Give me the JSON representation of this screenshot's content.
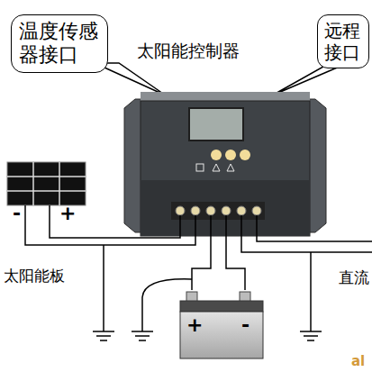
{
  "diagram": {
    "nodes": [
      {
        "text": [
          "温度传感 器接口"
        ]
      },
      {
        "text": [
          "远程 接口"
        ]
      },
      {
        "text": [
          "太阳能控制器"
        ]
      },
      {
        "text": [
          "-",
          "+"
        ]
      },
      {
        "text": [
          "+",
          "-"
        ]
      }
    ],
    "edges": [
      {
        "from": 3,
        "to": 2,
        "arrow": "none"
      },
      {
        "from": 3,
        "to": 2,
        "arrow": "none"
      },
      {
        "from": 4,
        "to": 2,
        "arrow": "none"
      },
      {
        "from": 4,
        "to": 2,
        "arrow": "none"
      }
    ],
    "labels": [
      "太阳能板",
      "直流",
      "al"
    ]
  }
}
